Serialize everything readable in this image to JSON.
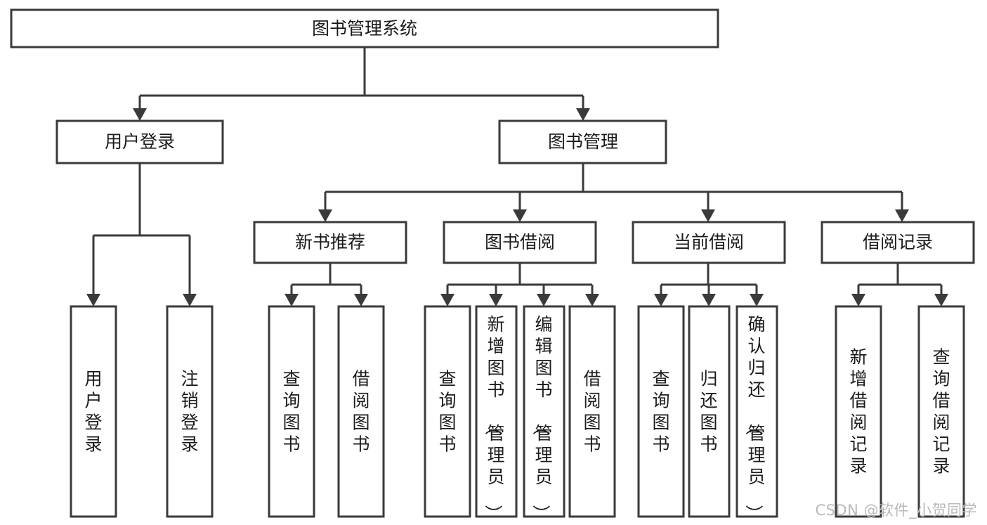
{
  "diagram": {
    "type": "tree-hierarchy-chart",
    "title": "图书管理系统",
    "background_color": "#ffffff",
    "stroke_color": "#3a3a3a",
    "text_color": "#1b1b1b",
    "box_fill": "#ffffff",
    "levels": [
      {
        "level": 1,
        "nodes": [
          {
            "id": "root",
            "label": "图书管理系统",
            "orientation": "horizontal"
          }
        ]
      },
      {
        "level": 2,
        "nodes": [
          {
            "id": "login",
            "label": "用户登录",
            "orientation": "horizontal",
            "parent": "root"
          },
          {
            "id": "bookmgmt",
            "label": "图书管理",
            "orientation": "horizontal",
            "parent": "root"
          }
        ]
      },
      {
        "level": 3,
        "nodes": [
          {
            "id": "newbook",
            "label": "新书推荐",
            "orientation": "horizontal",
            "parent": "bookmgmt"
          },
          {
            "id": "borrow",
            "label": "图书借阅",
            "orientation": "horizontal",
            "parent": "bookmgmt"
          },
          {
            "id": "current",
            "label": "当前借阅",
            "orientation": "horizontal",
            "parent": "bookmgmt"
          },
          {
            "id": "records",
            "label": "借阅记录",
            "orientation": "horizontal",
            "parent": "bookmgmt"
          }
        ]
      },
      {
        "level": 4,
        "nodes": [
          {
            "id": "leaf-1",
            "label": "用户登录",
            "orientation": "vertical",
            "parent": "login"
          },
          {
            "id": "leaf-2",
            "label": "注销登录",
            "orientation": "vertical",
            "parent": "login"
          },
          {
            "id": "leaf-3",
            "label": "查询图书",
            "orientation": "vertical",
            "parent": "newbook"
          },
          {
            "id": "leaf-4",
            "label": "借阅图书",
            "orientation": "vertical",
            "parent": "newbook"
          },
          {
            "id": "leaf-5",
            "label": "查询图书",
            "orientation": "vertical",
            "parent": "borrow"
          },
          {
            "id": "leaf-6",
            "label": "新增图书（管理员）",
            "orientation": "vertical",
            "parent": "borrow"
          },
          {
            "id": "leaf-7",
            "label": "编辑图书（管理员）",
            "orientation": "vertical",
            "parent": "borrow"
          },
          {
            "id": "leaf-8",
            "label": "借阅图书",
            "orientation": "vertical",
            "parent": "borrow"
          },
          {
            "id": "leaf-9",
            "label": "查询图书",
            "orientation": "vertical",
            "parent": "current"
          },
          {
            "id": "leaf-10",
            "label": "归还图书",
            "orientation": "vertical",
            "parent": "current"
          },
          {
            "id": "leaf-11",
            "label": "确认归还（管理员）",
            "orientation": "vertical",
            "parent": "current"
          },
          {
            "id": "leaf-12",
            "label": "新增借阅记录",
            "orientation": "vertical",
            "parent": "records"
          },
          {
            "id": "leaf-13",
            "label": "查询借阅记录",
            "orientation": "vertical",
            "parent": "records"
          }
        ]
      }
    ]
  },
  "watermark": {
    "text": "CSDN @软件_小贺同学"
  }
}
